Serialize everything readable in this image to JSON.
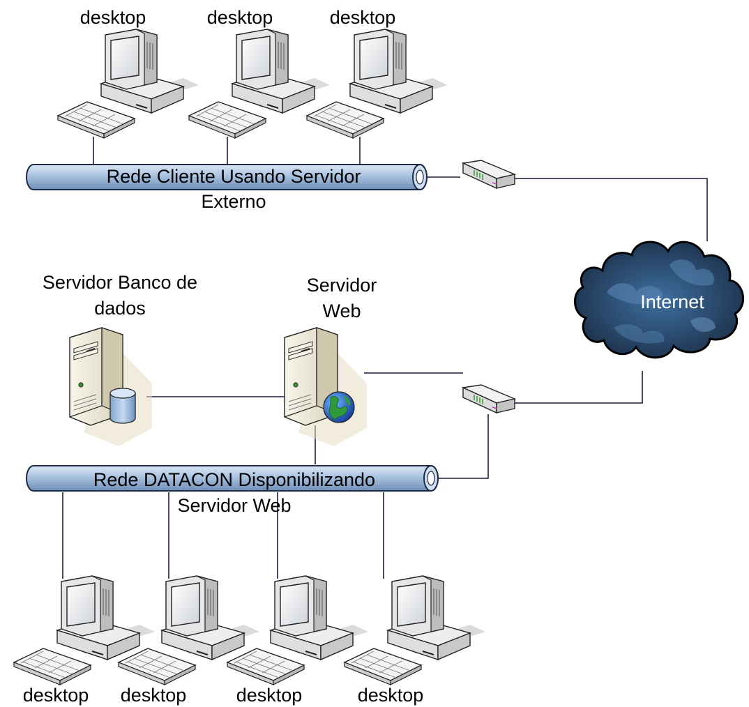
{
  "networks": {
    "client": {
      "line1": "Rede Cliente Usando Servidor",
      "line2": "Externo"
    },
    "datacon": {
      "line1": "Rede DATACON Disponibilizando",
      "line2": "Servidor Web"
    }
  },
  "servers": {
    "database": {
      "line1": "Servidor Banco de",
      "line2": "dados"
    },
    "web": {
      "line1": "Servidor",
      "line2": "Web"
    }
  },
  "cloud": {
    "label": "Internet"
  },
  "desktops": {
    "top": [
      "desktop",
      "desktop",
      "desktop"
    ],
    "bottom": [
      "desktop",
      "desktop",
      "desktop",
      "desktop"
    ]
  },
  "icons": {
    "desktop": "desktop-computer-icon",
    "router": "router-icon",
    "database_server": "database-server-icon",
    "web_server": "web-server-icon",
    "cloud": "internet-cloud-icon"
  }
}
